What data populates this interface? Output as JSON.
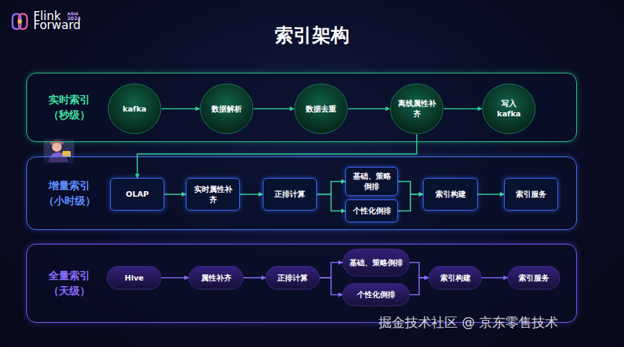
{
  "diagram": {
    "title": "索引架构",
    "nodes": [
      {
        "text": [
          "实时索引 （秒级）"
        ]
      },
      {
        "text": [
          "kafka"
        ],
        "in": 0
      },
      {
        "text": [
          "数据解析"
        ],
        "in": 0
      },
      {
        "text": [
          "数据去重"
        ],
        "in": 0
      },
      {
        "text": [
          "离线属性补齐"
        ],
        "in": 0
      },
      {
        "text": [
          "写入kafka"
        ],
        "in": 0
      },
      {
        "text": [
          "增量索引 （小时级）"
        ]
      },
      {
        "text": [
          "OLAP"
        ],
        "in": 6
      },
      {
        "text": [
          "实时属性补齐"
        ],
        "in": 6
      },
      {
        "text": [
          "正排计算"
        ],
        "in": 6
      },
      {
        "text": [
          "基础、策略倒排"
        ],
        "in": 6
      },
      {
        "text": [
          "个性化倒排"
        ],
        "in": 6
      },
      {
        "text": [
          "索引构建"
        ],
        "in": 6
      },
      {
        "text": [
          "索引服务"
        ],
        "in": 6
      },
      {
        "text": [
          "全量索引 （天级）"
        ]
      },
      {
        "text": [
          "Hive"
        ],
        "in": 14
      },
      {
        "text": [
          "属性补齐"
        ],
        "in": 14
      },
      {
        "text": [
          "正排计算"
        ],
        "in": 14
      },
      {
        "text": [
          "基础、策略倒排"
        ],
        "in": 14
      },
      {
        "text": [
          "个性化倒排"
        ],
        "in": 14
      },
      {
        "text": [
          "索引构建"
        ],
        "in": 14
      },
      {
        "text": [
          "索引服务"
        ],
        "in": 14
      }
    ],
    "edges": [
      {
        "from": 1,
        "to": 2,
        "arrow": "to"
      },
      {
        "from": 2,
        "to": 3,
        "arrow": "to"
      },
      {
        "from": 3,
        "to": 4,
        "arrow": "to"
      },
      {
        "from": 4,
        "to": 5,
        "arrow": "to"
      },
      {
        "from": 4,
        "to": 7,
        "arrow": "to"
      },
      {
        "from": 7,
        "to": 8,
        "arrow": "to"
      },
      {
        "from": 8,
        "to": 9,
        "arrow": "to"
      },
      {
        "from": 9,
        "to": 10,
        "arrow": "to"
      },
      {
        "from": 9,
        "to": 11,
        "arrow": "to"
      },
      {
        "from": 10,
        "to": 12,
        "arrow": "to"
      },
      {
        "from": 11,
        "to": 12,
        "arrow": "to"
      },
      {
        "from": 12,
        "to": 13,
        "arrow": "to"
      },
      {
        "from": 15,
        "to": 16,
        "arrow": "to"
      },
      {
        "from": 16,
        "to": 17,
        "arrow": "to"
      },
      {
        "from": 17,
        "to": 18,
        "arrow": "to"
      },
      {
        "from": 17,
        "to": 19,
        "arrow": "to"
      },
      {
        "from": 18,
        "to": 20,
        "arrow": "to"
      },
      {
        "from": 19,
        "to": 20,
        "arrow": "to"
      },
      {
        "from": 20,
        "to": 21,
        "arrow": "to"
      }
    ],
    "labels": [
      "Flink",
      "ASIA",
      "2024",
      "Forward",
      "掘金技术社区 @ 京东零售技术"
    ]
  }
}
